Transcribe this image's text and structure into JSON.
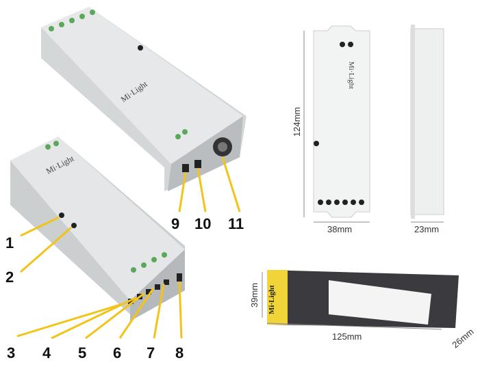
{
  "callouts": [
    "1",
    "2",
    "3",
    "4",
    "5",
    "6",
    "7",
    "8",
    "9",
    "10",
    "11"
  ],
  "dimensions": {
    "front_height": "124mm",
    "front_width": "38mm",
    "side_depth": "23mm",
    "box_height": "39mm",
    "box_length": "125mm",
    "box_depth": "26mm"
  },
  "brand_logo": "Mi·Light",
  "colors": {
    "callout_arrow": "#f2c318",
    "device_body": "#d9dcdc",
    "terminal": "#4caf50",
    "box": "#3a3a3f"
  }
}
